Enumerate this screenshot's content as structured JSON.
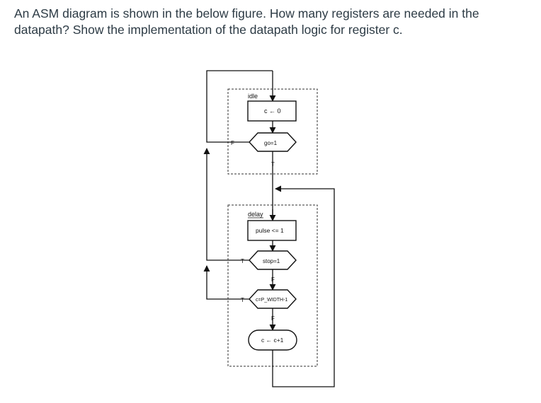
{
  "question": {
    "line1": "An ASM diagram is shown in the below figure. How many registers are needed in the",
    "line2": "datapath? Show the implementation of the datapath logic for register c."
  },
  "diagram": {
    "state_idle": {
      "name": "idle",
      "action": "c ← 0",
      "decision": "go=1",
      "true_label": "T",
      "false_label": "F"
    },
    "state_delay": {
      "name": "delay",
      "action": "pulse <= 1",
      "decision1": "stop=1",
      "decision1_true": "T",
      "decision1_false": "F",
      "decision2": "c=P_WIDTH-1",
      "decision2_true": "T",
      "decision2_false": "F",
      "cond_action": "c ← c+1"
    }
  }
}
